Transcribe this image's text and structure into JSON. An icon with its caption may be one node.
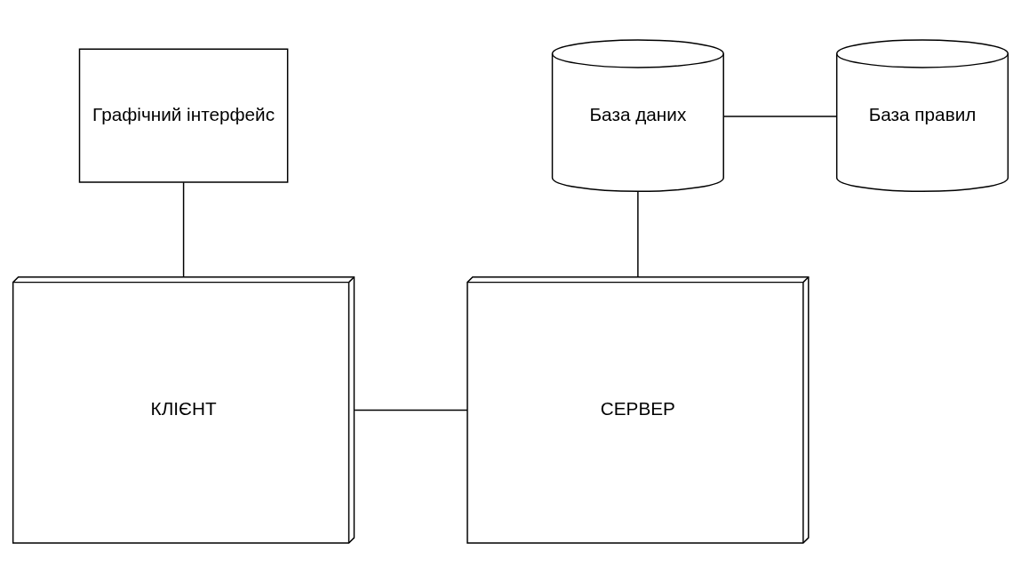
{
  "diagram": {
    "nodes": [
      {
        "text": [
          "Графічний інтерфейс"
        ]
      },
      {
        "text": [
          "База даних"
        ]
      },
      {
        "text": [
          "База правил"
        ]
      },
      {
        "text": [
          "КЛІЄНТ"
        ]
      },
      {
        "text": [
          "СЕРВЕР"
        ]
      }
    ],
    "edges": [
      {
        "from": 0,
        "to": 3,
        "arrow": "none"
      },
      {
        "from": 3,
        "to": 4,
        "arrow": "none"
      },
      {
        "from": 1,
        "to": 4,
        "arrow": "none"
      },
      {
        "from": 1,
        "to": 2,
        "arrow": "none"
      }
    ]
  }
}
